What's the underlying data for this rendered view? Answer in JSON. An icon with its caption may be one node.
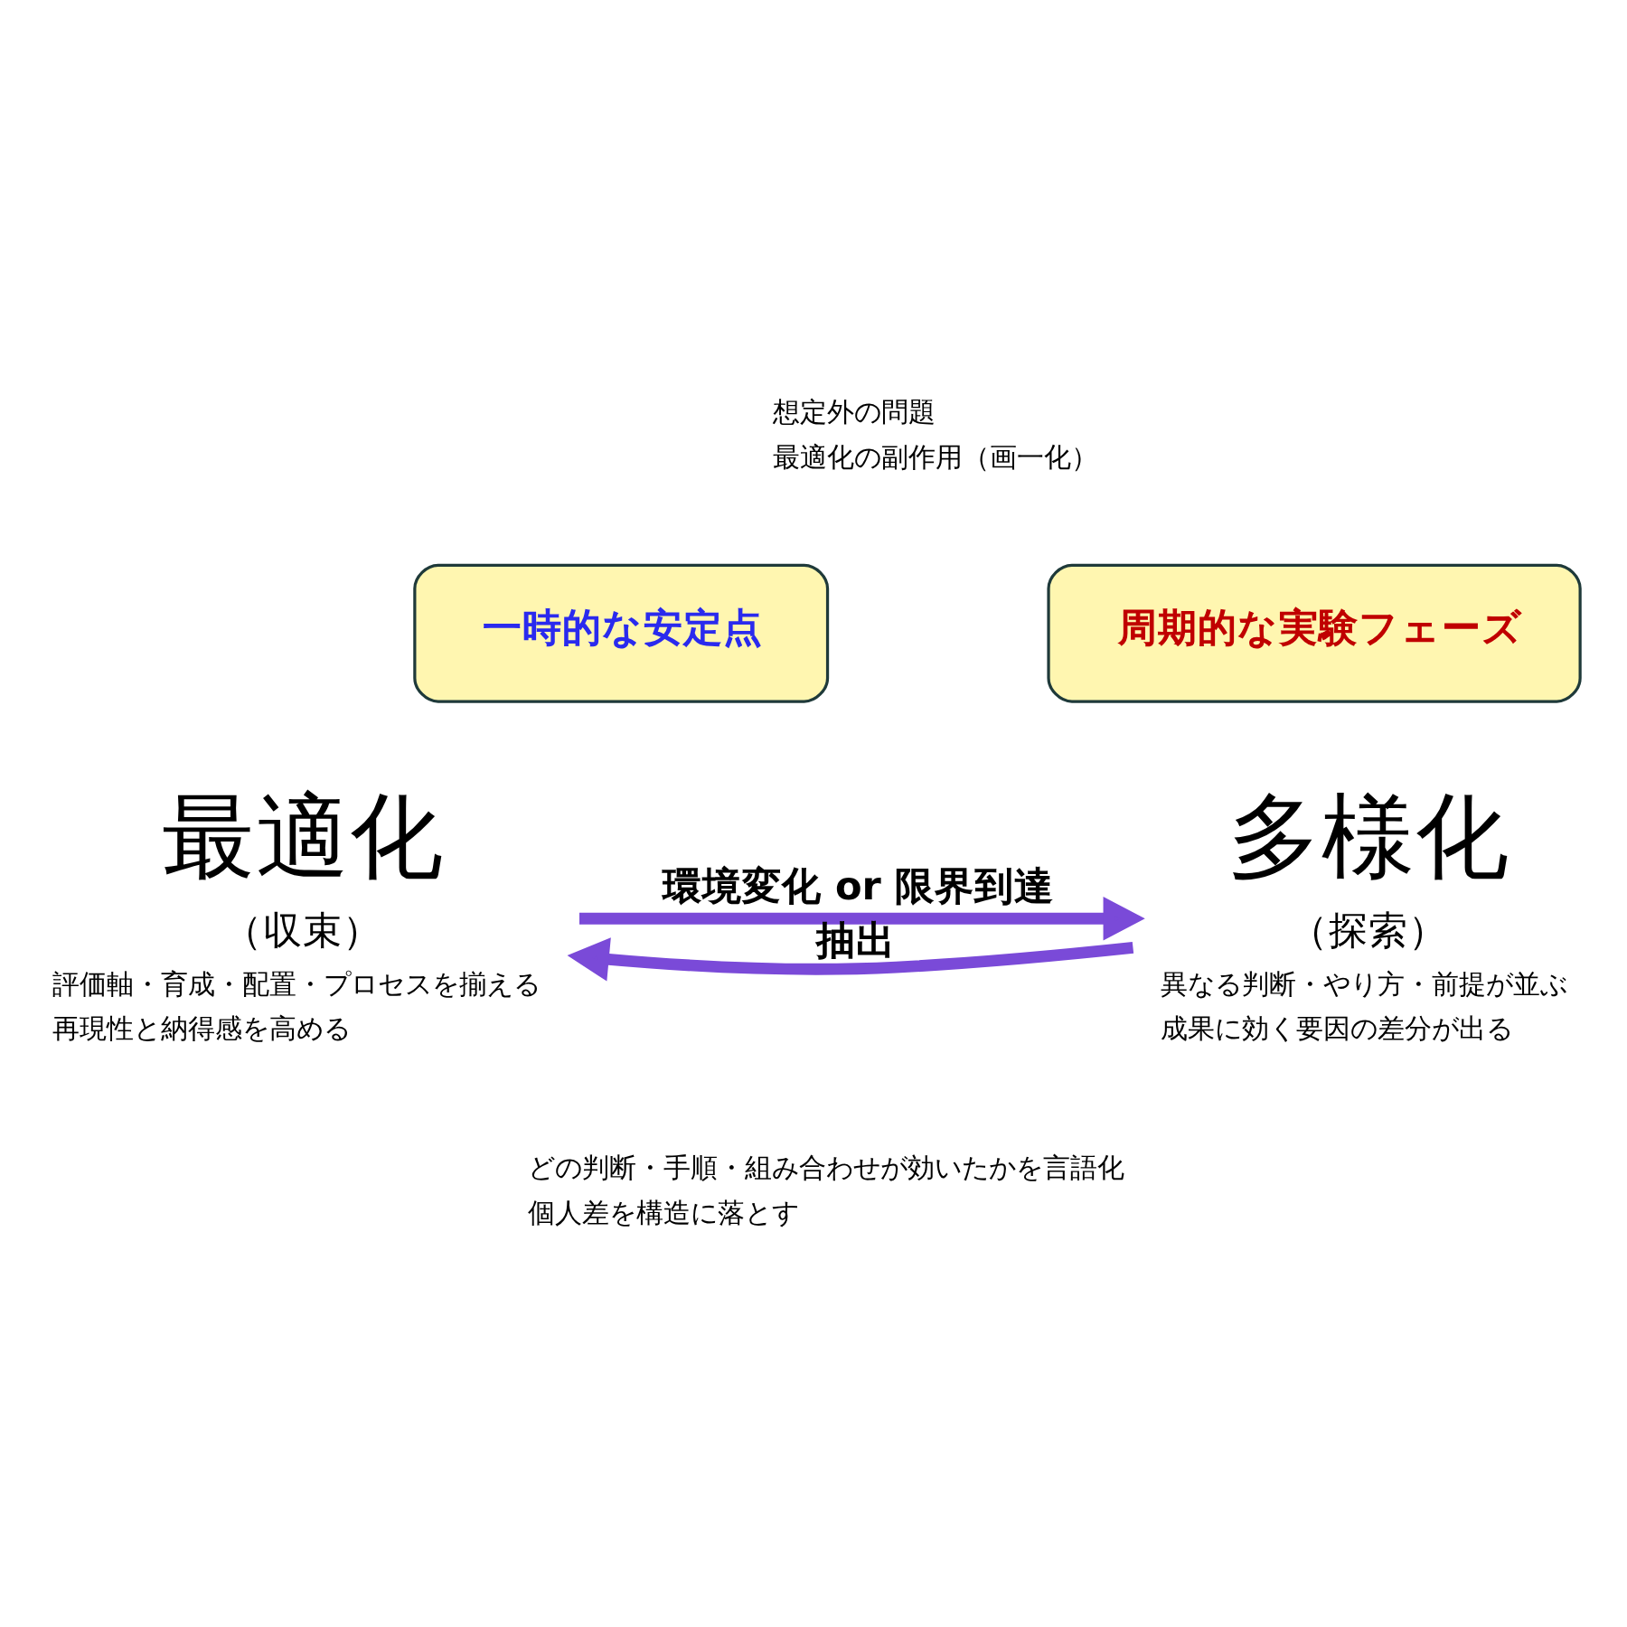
{
  "diagram": {
    "nodes": [
      {
        "text": [
          "一時的な安定点"
        ]
      },
      {
        "text": [
          "周期的な実験フェーズ"
        ]
      },
      {
        "text": [
          "最適化",
          "（収束）"
        ],
        "beside": [
          "評価軸・育成・配置・プロセスを揃える",
          "再現性と納得感を高める"
        ]
      },
      {
        "text": [
          "多様化",
          "（探索）"
        ],
        "beside": [
          "異なる判断・やり方・前提が並ぶ",
          "成果に効く要因の差分が出る"
        ]
      }
    ],
    "edges": [
      {
        "from": 2,
        "to": 3,
        "arrow": "to",
        "label": "環境変化 or 限界到達"
      },
      {
        "from": 3,
        "to": 2,
        "arrow": "to",
        "label": "抽出"
      }
    ],
    "labels": [
      "想定外の問題",
      "最適化の副作用（画一化）",
      "どの判断・手順・組み合わせが効いたかを言語化",
      "個人差を構造に落とす"
    ]
  }
}
